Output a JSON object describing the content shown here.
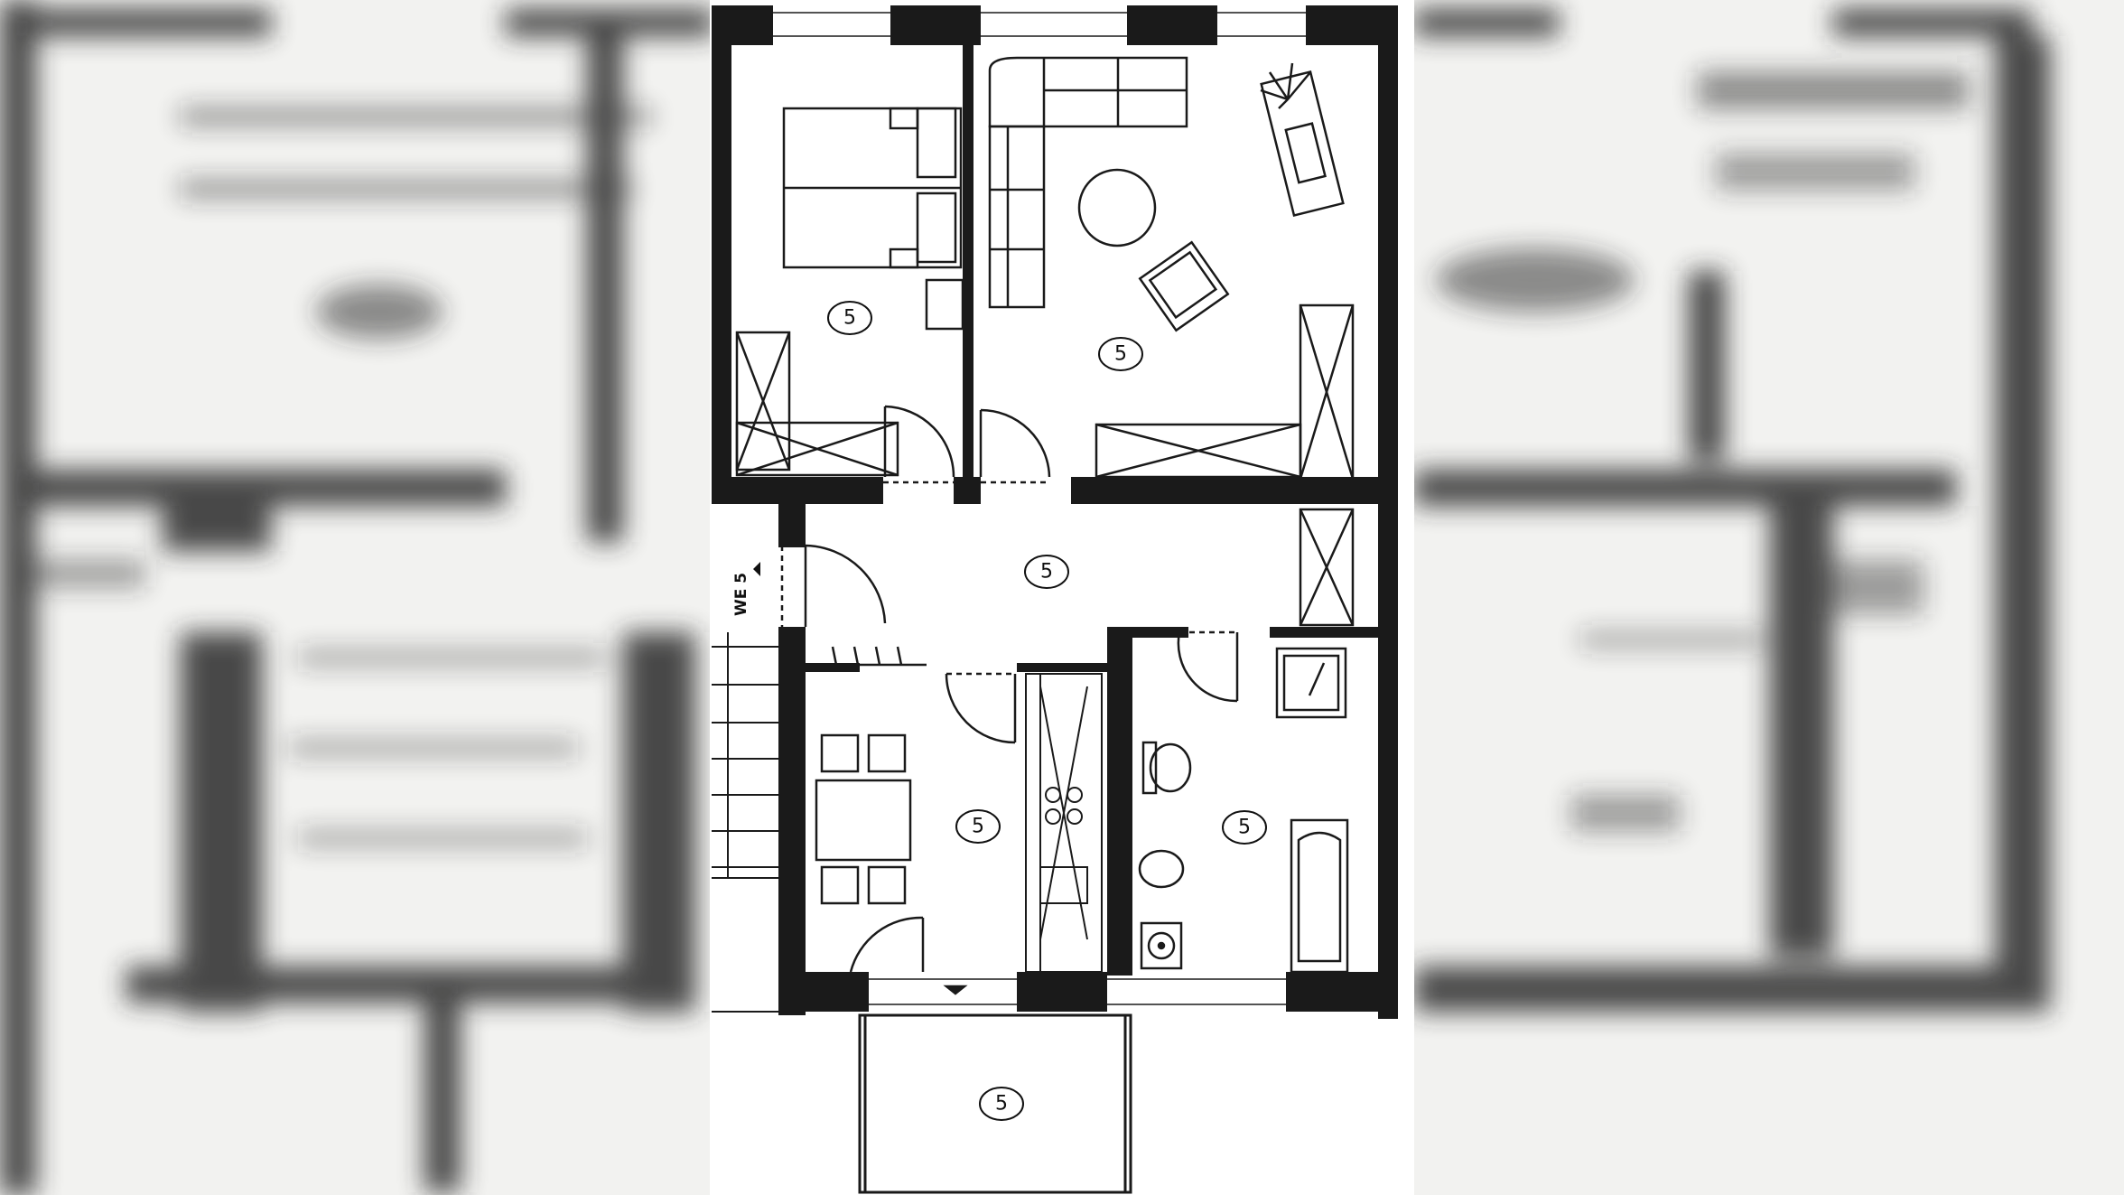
{
  "plan": {
    "unit_label": "WE 5",
    "rooms": [
      {
        "id": "bedroom",
        "label": "5"
      },
      {
        "id": "living",
        "label": "5"
      },
      {
        "id": "hallway",
        "label": "5"
      },
      {
        "id": "kitchen",
        "label": "5"
      },
      {
        "id": "bathroom",
        "label": "5"
      },
      {
        "id": "balcony",
        "label": "5"
      }
    ]
  },
  "colors": {
    "wall": "#1a1a1a",
    "paper": "#ffffff",
    "background": "#f4f4f2"
  }
}
